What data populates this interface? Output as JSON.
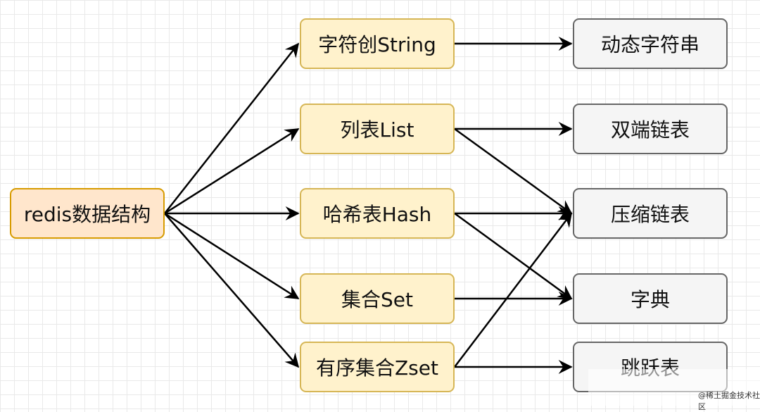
{
  "root": {
    "label": "redis数据结构"
  },
  "types": [
    {
      "label": "字符创String"
    },
    {
      "label": "列表List"
    },
    {
      "label": "哈希表Hash"
    },
    {
      "label": "集合Set"
    },
    {
      "label": "有序集合Zset"
    }
  ],
  "implementations": [
    {
      "label": "动态字符串"
    },
    {
      "label": "双端链表"
    },
    {
      "label": "压缩链表"
    },
    {
      "label": "字典"
    },
    {
      "label": "跳跃表"
    }
  ],
  "edges": [
    {
      "from": "root",
      "to": "type-0"
    },
    {
      "from": "root",
      "to": "type-1"
    },
    {
      "from": "root",
      "to": "type-2"
    },
    {
      "from": "root",
      "to": "type-3"
    },
    {
      "from": "root",
      "to": "type-4"
    },
    {
      "from": "type-0",
      "to": "impl-0"
    },
    {
      "from": "type-1",
      "to": "impl-1"
    },
    {
      "from": "type-1",
      "to": "impl-2"
    },
    {
      "from": "type-2",
      "to": "impl-2"
    },
    {
      "from": "type-2",
      "to": "impl-3"
    },
    {
      "from": "type-3",
      "to": "impl-3"
    },
    {
      "from": "type-4",
      "to": "impl-2"
    },
    {
      "from": "type-4",
      "to": "impl-4"
    }
  ],
  "watermark": {
    "text": "@稀土掘金技术社区"
  },
  "colors": {
    "root_fill": "#ffe6cc",
    "root_stroke": "#d79b00",
    "type_fill": "#fff2cc",
    "type_stroke": "#d6b656",
    "impl_fill": "#f5f5f5",
    "impl_stroke": "#666666",
    "edge": "#000000"
  }
}
